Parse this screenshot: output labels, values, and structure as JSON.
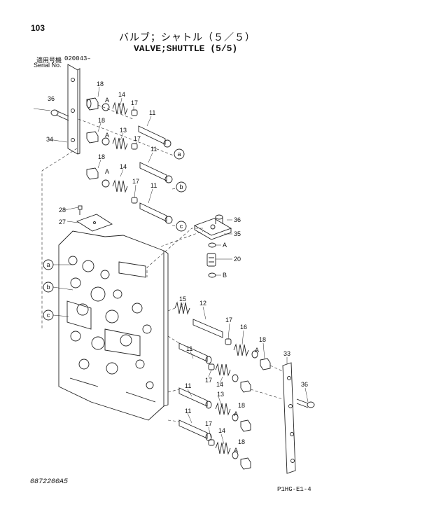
{
  "header": {
    "page_number": "103",
    "title_jp": "バルブ；シャトル（５／５）",
    "title_en": "VALVE;SHUTTLE (5/5)"
  },
  "serial": {
    "label_jp": "適用号機",
    "number": "020043–",
    "label_en": "Serial No."
  },
  "footer": {
    "doc_code": "0872200A5",
    "ref_code": "P1HG-E1-4"
  },
  "part_labels": {
    "p11": "11",
    "p12": "12",
    "p13": "13",
    "p14": "14",
    "p15": "15",
    "p16": "16",
    "p17": "17",
    "p18": "18",
    "p20": "20",
    "p27": "27",
    "p28": "28",
    "p33": "33",
    "p34": "34",
    "p35": "35",
    "p36": "36",
    "A": "A",
    "B": "B"
  },
  "connectors": {
    "a": "a",
    "b": "b",
    "c": "c"
  }
}
